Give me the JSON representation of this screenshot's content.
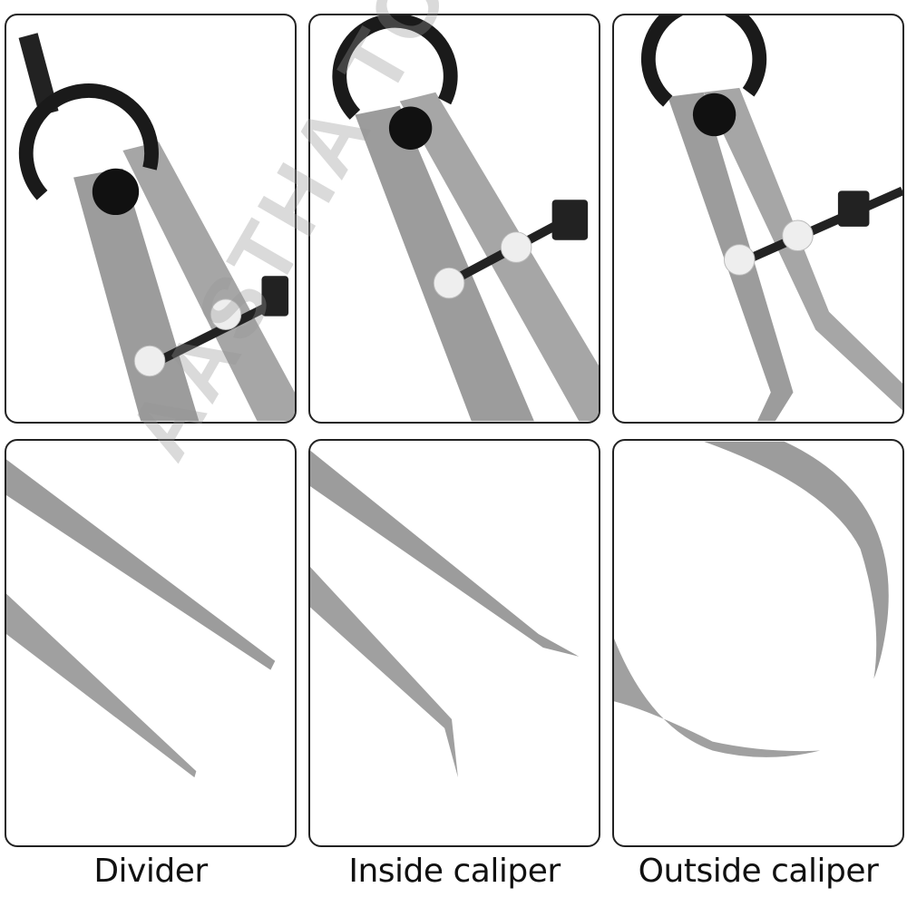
{
  "grid": {
    "panels": [
      {
        "id": "divider-top",
        "description": "Divider caliper head with black spring ring, pivot and adjustment screw"
      },
      {
        "id": "inside-caliper-top",
        "description": "Inside caliper head with black spring ring, pivot and adjustment screw"
      },
      {
        "id": "outside-caliper-top",
        "description": "Outside caliper head with black spring ring, pivot and adjustment screw"
      },
      {
        "id": "divider-bottom",
        "description": "Divider straight pointed legs"
      },
      {
        "id": "inside-caliper-bottom",
        "description": "Inside caliper legs with outward-bent tips"
      },
      {
        "id": "outside-caliper-bottom",
        "description": "Outside caliper curved legs"
      }
    ]
  },
  "labels": [
    "Divider",
    "Inside caliper",
    "Outside caliper"
  ],
  "watermark": "AASTHA TOOLS",
  "colors": {
    "steel": "#9a9a9a",
    "black": "#1a1a1a",
    "border": "#222222"
  }
}
